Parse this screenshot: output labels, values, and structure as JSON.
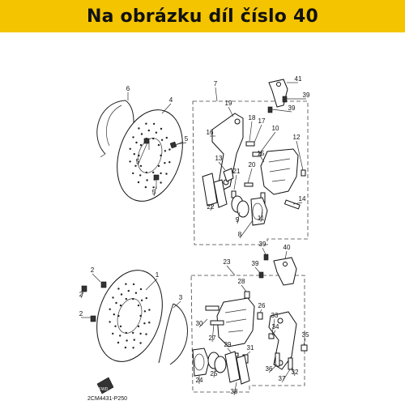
{
  "banner": {
    "text": "Na obrázku díl číslo 40"
  },
  "diagram": {
    "code": "2CM4431-P250",
    "fwd_label": "FWD",
    "callouts": [
      "1",
      "2",
      "3",
      "4",
      "5",
      "6",
      "7",
      "8",
      "9",
      "10",
      "11",
      "12",
      "13",
      "14",
      "15",
      "16",
      "17",
      "18",
      "19",
      "20",
      "21",
      "22",
      "23",
      "24",
      "25",
      "26",
      "27",
      "28",
      "29",
      "30",
      "31",
      "32",
      "33",
      "34",
      "35",
      "36",
      "37",
      "38",
      "39",
      "40",
      "41"
    ]
  }
}
